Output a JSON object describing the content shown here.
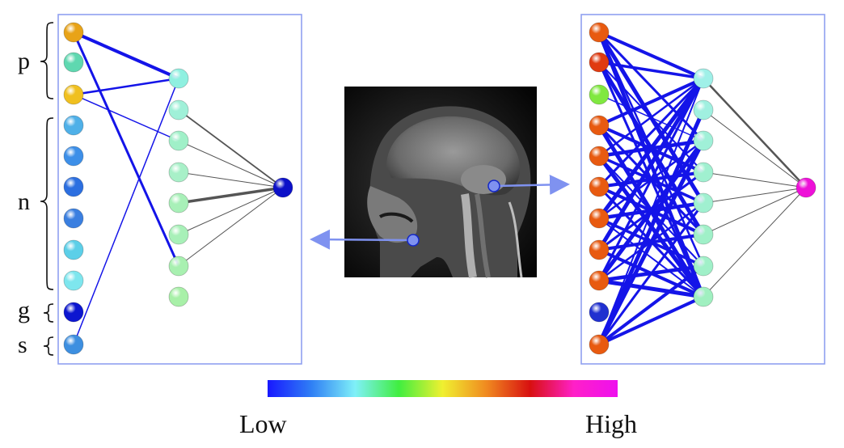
{
  "group_labels": [
    "p",
    "n",
    "g",
    "s"
  ],
  "colorbar": {
    "low_label": "Low",
    "high_label": "High",
    "stops": [
      "#1818ff",
      "#2f7ff5",
      "#7ff0f8",
      "#40ee40",
      "#f0f030",
      "#f08a20",
      "#d81010",
      "#ff20c8",
      "#ee10ee"
    ]
  },
  "colors": {
    "panel_border": "#8fa0f0",
    "strong_edge": "#1414e8",
    "output_edge": "#555555",
    "arrow": "#7f92f0"
  },
  "left_network": {
    "input_colors": [
      "#e8a318",
      "#5fd8b0",
      "#f0c020",
      "#4fb0e8",
      "#3d8fe8",
      "#2c6fe0",
      "#3a7fe0",
      "#5ccfe8",
      "#7ee6ee",
      "#0c16d0",
      "#3d8fe0"
    ],
    "hidden_colors": [
      "#8ff0e0",
      "#a0f0d8",
      "#a0f0c8",
      "#a8f0c8",
      "#a8f0b8",
      "#a8f0b8",
      "#a8f0b0",
      "#a8f0a8"
    ],
    "output_color": "#0c10c8"
  },
  "right_network": {
    "input_colors": [
      "#e85a10",
      "#e03a10",
      "#80e840",
      "#e85a10",
      "#e85a10",
      "#e85a10",
      "#e85a10",
      "#e85a10",
      "#e85a10",
      "#2030d0",
      "#e85a10"
    ],
    "hidden_colors": [
      "#9ff0e8",
      "#a0f0e0",
      "#a0f0d8",
      "#a0f0d0",
      "#a0f0d0",
      "#a0f0c8",
      "#a0f0c8",
      "#a0f0c0"
    ],
    "output_color": "#ee10d8"
  }
}
